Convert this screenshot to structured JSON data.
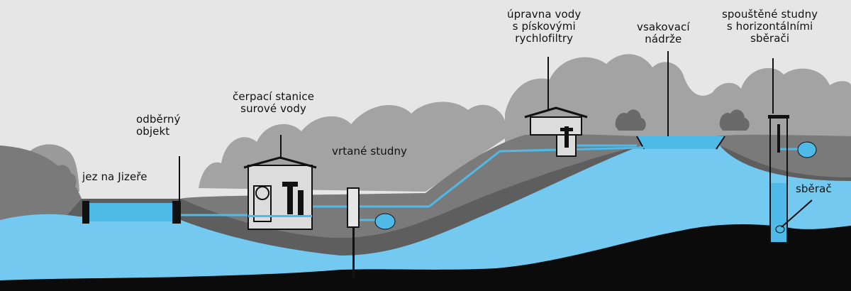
{
  "labels": {
    "weir": "jez na Jizeře",
    "intake": [
      "odběrný",
      "objekt"
    ],
    "pump_station": [
      "čerpací stanice",
      "surové vody"
    ],
    "drilled_wells": "vrtané studny",
    "treatment_plant": [
      "úpravna vody",
      "s pískovými",
      "rychlofiltry"
    ],
    "infiltration_basins": [
      "vsakovací",
      "nádrže"
    ],
    "sunk_wells": [
      "spouštěné studny",
      "s horizontálními",
      "sběrači"
    ],
    "collector": "sběrač"
  },
  "colors": {
    "sky": "#e6e6e6",
    "far_trees": "#9a9a9a",
    "near_trees": "#858585",
    "ground": "#6e6e6e",
    "ground_dark": "#505050",
    "water": "#4fb9e8",
    "aquifer_light": "#7fd0f4",
    "bedrock": "#0b0b0b",
    "pipe": "#4fb9e8",
    "building": "#dcdcdc",
    "outline": "#111111"
  }
}
